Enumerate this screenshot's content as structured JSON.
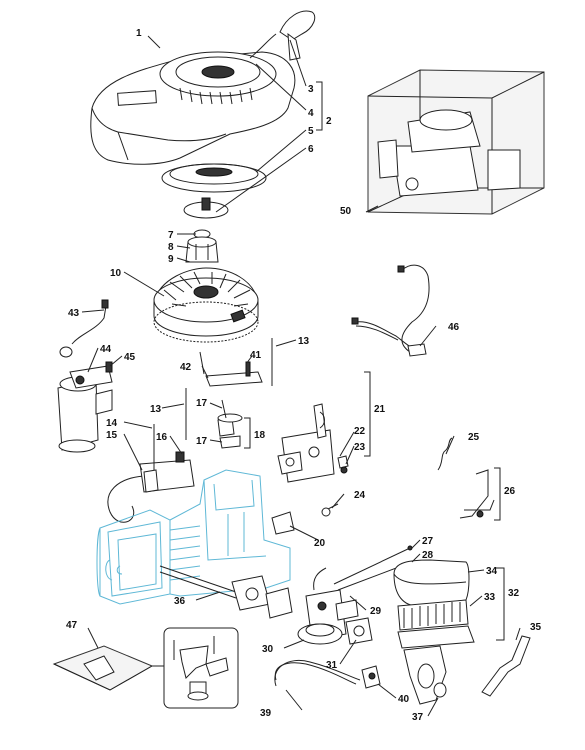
{
  "callouts": [
    "1",
    "2",
    "3",
    "4",
    "5",
    "6",
    "7",
    "8",
    "9",
    "10",
    "13",
    "13",
    "14",
    "15",
    "16",
    "17",
    "17",
    "18",
    "20",
    "21",
    "22",
    "23",
    "24",
    "25",
    "26",
    "27",
    "28",
    "29",
    "30",
    "31",
    "32",
    "33",
    "34",
    "35",
    "36",
    "37",
    "39",
    "40",
    "41",
    "42",
    "43",
    "44",
    "45",
    "46",
    "47",
    "50"
  ],
  "colors": {
    "line": "#222222",
    "block_outline": "#5fb8d6",
    "background": "#ffffff"
  },
  "icons": [
    "recoil-starter",
    "air-filter",
    "ignition-coil",
    "carburetor",
    "wiring-harness",
    "engine-block",
    "flywheel",
    "hardware-kit-bag",
    "complete-engine"
  ]
}
